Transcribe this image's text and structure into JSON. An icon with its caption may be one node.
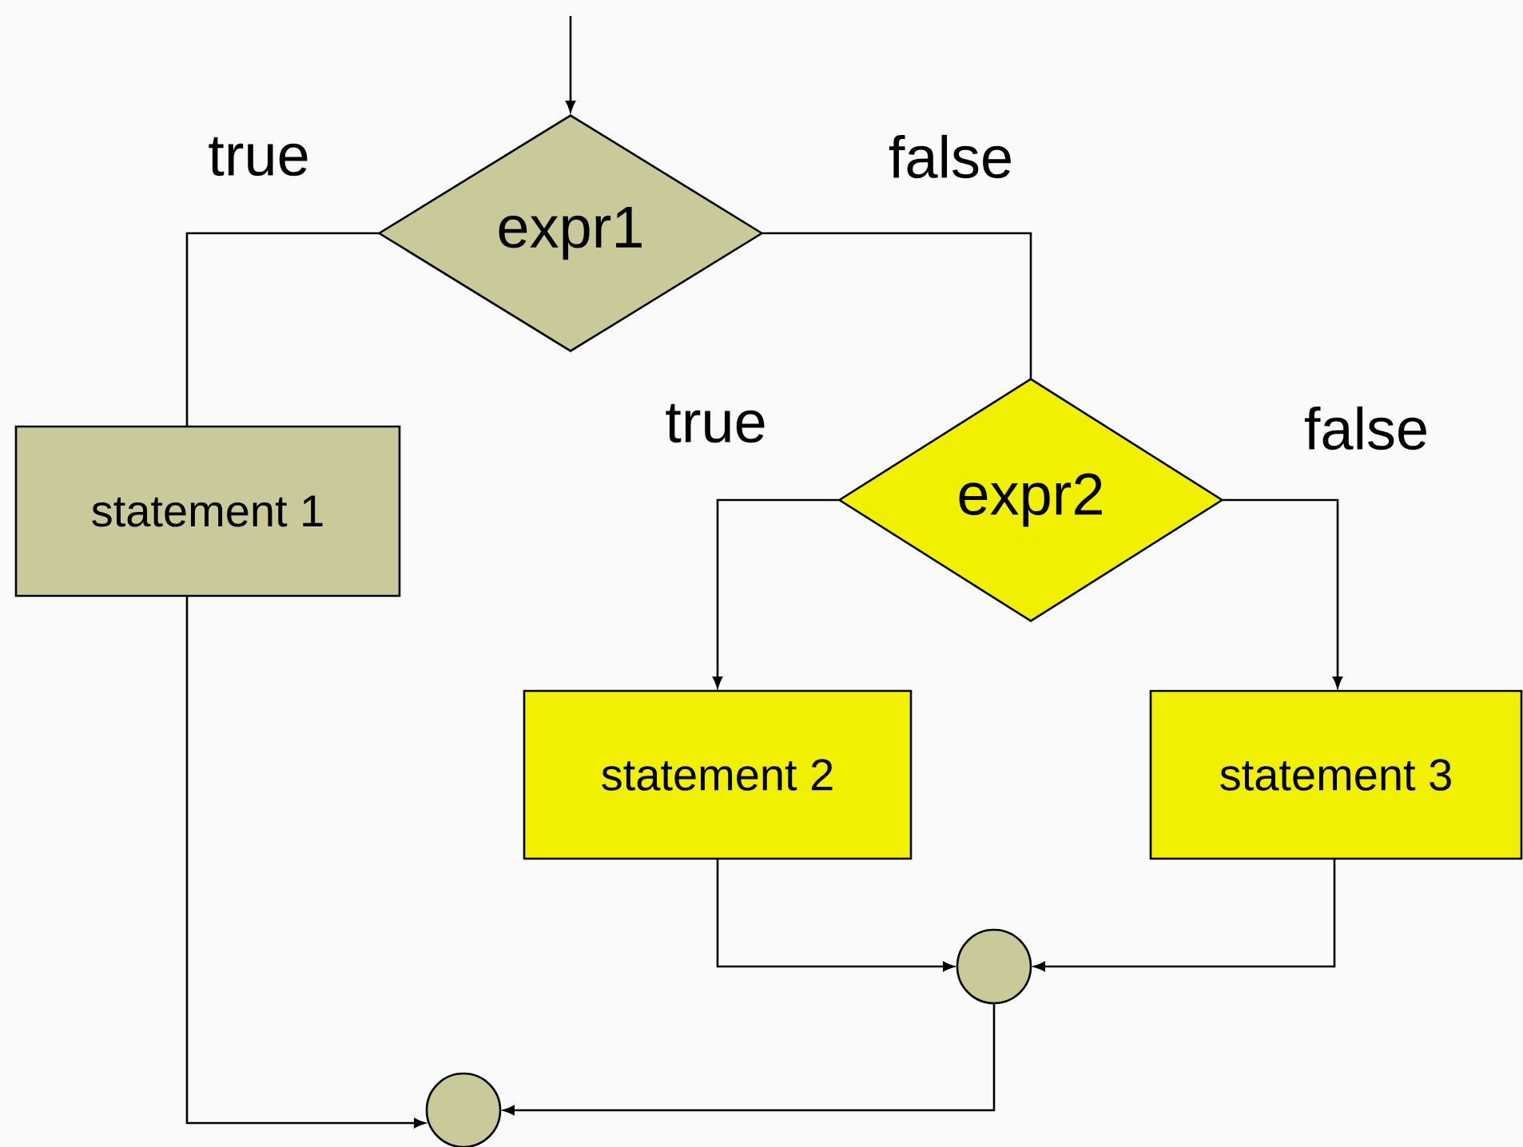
{
  "diagram": {
    "nodes": [
      {
        "text": [
          "expr1"
        ]
      },
      {
        "text": [
          "statement 1"
        ]
      },
      {
        "text": [
          "expr2"
        ]
      },
      {
        "text": [
          "statement 2"
        ]
      },
      {
        "text": [
          "statement 3"
        ]
      },
      {
        "text": [],
        "shape": "circle"
      },
      {
        "text": [],
        "shape": "circle"
      }
    ],
    "edges": [
      {
        "from": null,
        "to": 0,
        "arrow": "to"
      },
      {
        "from": 0,
        "to": 1,
        "arrow": "none",
        "label": "true"
      },
      {
        "from": 0,
        "to": 2,
        "arrow": "none",
        "label": "false"
      },
      {
        "from": 2,
        "to": 3,
        "arrow": "to",
        "label": "true"
      },
      {
        "from": 2,
        "to": 4,
        "arrow": "to",
        "label": "false"
      },
      {
        "from": 3,
        "to": 5,
        "arrow": "to"
      },
      {
        "from": 4,
        "to": 5,
        "arrow": "to"
      },
      {
        "from": 1,
        "to": 6,
        "arrow": "to"
      },
      {
        "from": 5,
        "to": 6,
        "arrow": "to"
      }
    ]
  }
}
